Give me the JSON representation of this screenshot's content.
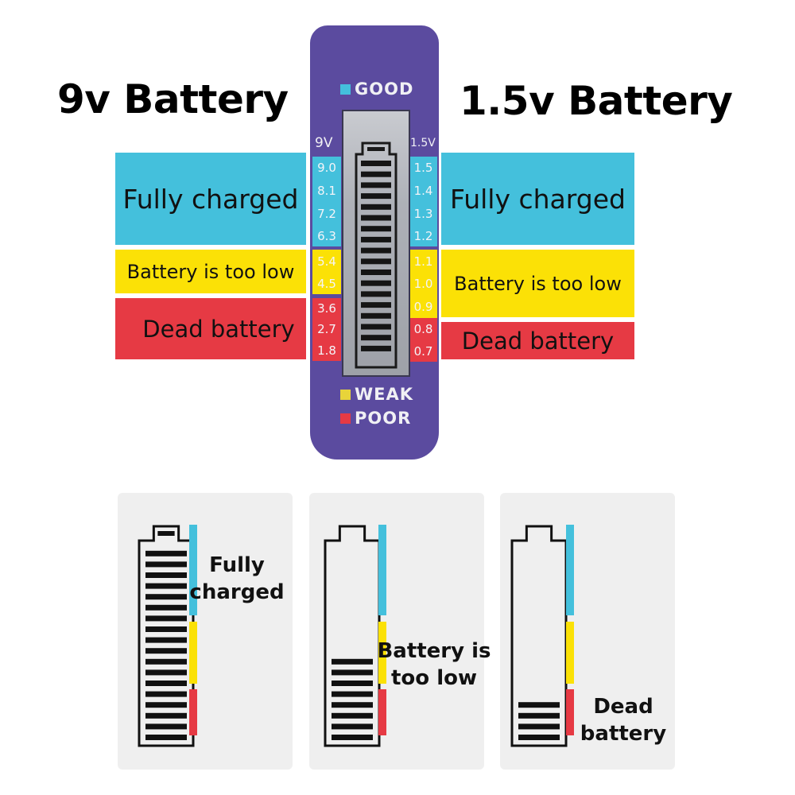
{
  "titles": {
    "left": "9v Battery",
    "right": "1.5v Battery"
  },
  "colors": {
    "good": "#44c0dc",
    "weak": "#fbe106",
    "poor": "#e63a44",
    "device": "#5b4b9f"
  },
  "device": {
    "legend": {
      "good": "GOOD",
      "weak": "WEAK",
      "poor": "POOR"
    },
    "left_scale_header": "9V",
    "right_scale_header": "1.5V",
    "left_scale": [
      "9.0",
      "8.1",
      "7.2",
      "6.3",
      "5.4",
      "4.5",
      "3.6",
      "2.7",
      "1.8"
    ],
    "right_scale": [
      "1.5",
      "1.4",
      "1.3",
      "1.2",
      "1.1",
      "1.0",
      "0.9",
      "0.8",
      "0.7"
    ],
    "lcd_segments": 18
  },
  "left_bands": {
    "full": "Fully charged",
    "low": "Battery is too low",
    "dead": "Dead battery"
  },
  "right_bands": {
    "full": "Fully charged",
    "low": "Battery is too low",
    "dead": "Dead battery"
  },
  "cards": [
    {
      "caption_line1": "Fully",
      "caption_line2": "charged",
      "segments": 18
    },
    {
      "caption_line1": "Battery is",
      "caption_line2": "too low",
      "segments": 8
    },
    {
      "caption_line1": "Dead",
      "caption_line2": "battery",
      "segments": 4
    }
  ]
}
